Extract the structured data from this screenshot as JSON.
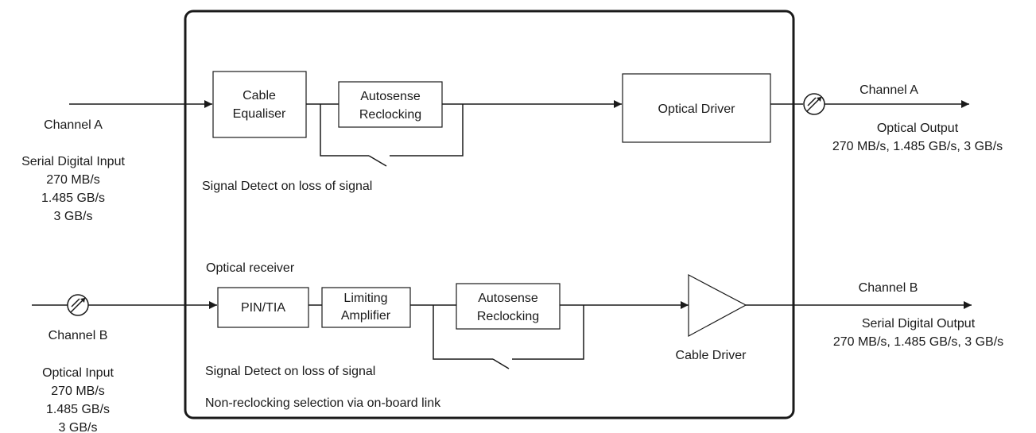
{
  "left": {
    "channel_a_title": "Channel A",
    "channel_a_type": "Serial Digital Input",
    "channel_a_rates": [
      "270 MB/s",
      "1.485 GB/s",
      "3 GB/s"
    ],
    "channel_b_title": "Channel B",
    "channel_b_type": "Optical Input",
    "channel_b_rates": [
      "270 MB/s",
      "1.485 GB/s",
      "3 GB/s"
    ]
  },
  "top_path": {
    "cable_equaliser": [
      "Cable",
      "Equaliser"
    ],
    "autosense_reclocking": [
      "Autosense",
      "Reclocking"
    ],
    "optical_driver": "Optical Driver",
    "signal_detect_note": "Signal Detect on loss of signal"
  },
  "bottom_path": {
    "optical_receiver_label": "Optical receiver",
    "pin_tia": "PIN/TIA",
    "limiting_amplifier": [
      "Limiting",
      "Amplifier"
    ],
    "autosense_reclocking": [
      "Autosense",
      "Reclocking"
    ],
    "cable_driver": "Cable Driver",
    "signal_detect_note": "Signal Detect on loss of signal",
    "non_reclocking_note": "Non-reclocking selection via on-board link"
  },
  "right": {
    "channel_a_title": "Channel A",
    "channel_a_type": "Optical Output",
    "channel_a_rates": "270 MB/s, 1.485 GB/s, 3 GB/s",
    "channel_b_title": "Channel B",
    "channel_b_type": "Serial Digital Output",
    "channel_b_rates": "270 MB/s, 1.485 GB/s, 3 GB/s"
  }
}
